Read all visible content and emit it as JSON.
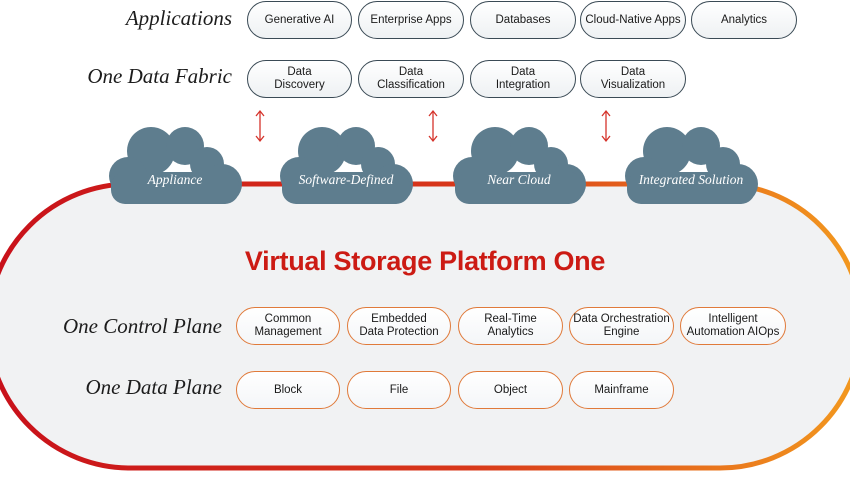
{
  "applications": {
    "label": "Applications",
    "items": [
      "Generative AI",
      "Enterprise Apps",
      "Databases",
      "Cloud-Native Apps",
      "Analytics"
    ]
  },
  "data_fabric": {
    "label": "One Data Fabric",
    "items": [
      "Data\nDiscovery",
      "Data\nClassification",
      "Data\nIntegration",
      "Data\nVisualization"
    ]
  },
  "clouds": [
    "Appliance",
    "Software-Defined",
    "Near Cloud",
    "Integrated Solution"
  ],
  "platform": {
    "title": "Virtual Storage Platform One"
  },
  "control_plane": {
    "label": "One Control Plane",
    "items": [
      "Common\nManagement",
      "Embedded\nData Protection",
      "Real-Time\nAnalytics",
      "Data Orchestration\nEngine",
      "Intelligent\nAutomation AIOps"
    ]
  },
  "data_plane": {
    "label": "One Data Plane",
    "items": [
      "Block",
      "File",
      "Object",
      "Mainframe"
    ]
  },
  "colors": {
    "cloud_fill": "#5e7d8e",
    "title_red": "#cc1b14",
    "border_red": "#cc1b14",
    "border_orange": "#f08a1c",
    "arrow_red": "#d5332b",
    "platform_fill": "#f1f2f3"
  }
}
